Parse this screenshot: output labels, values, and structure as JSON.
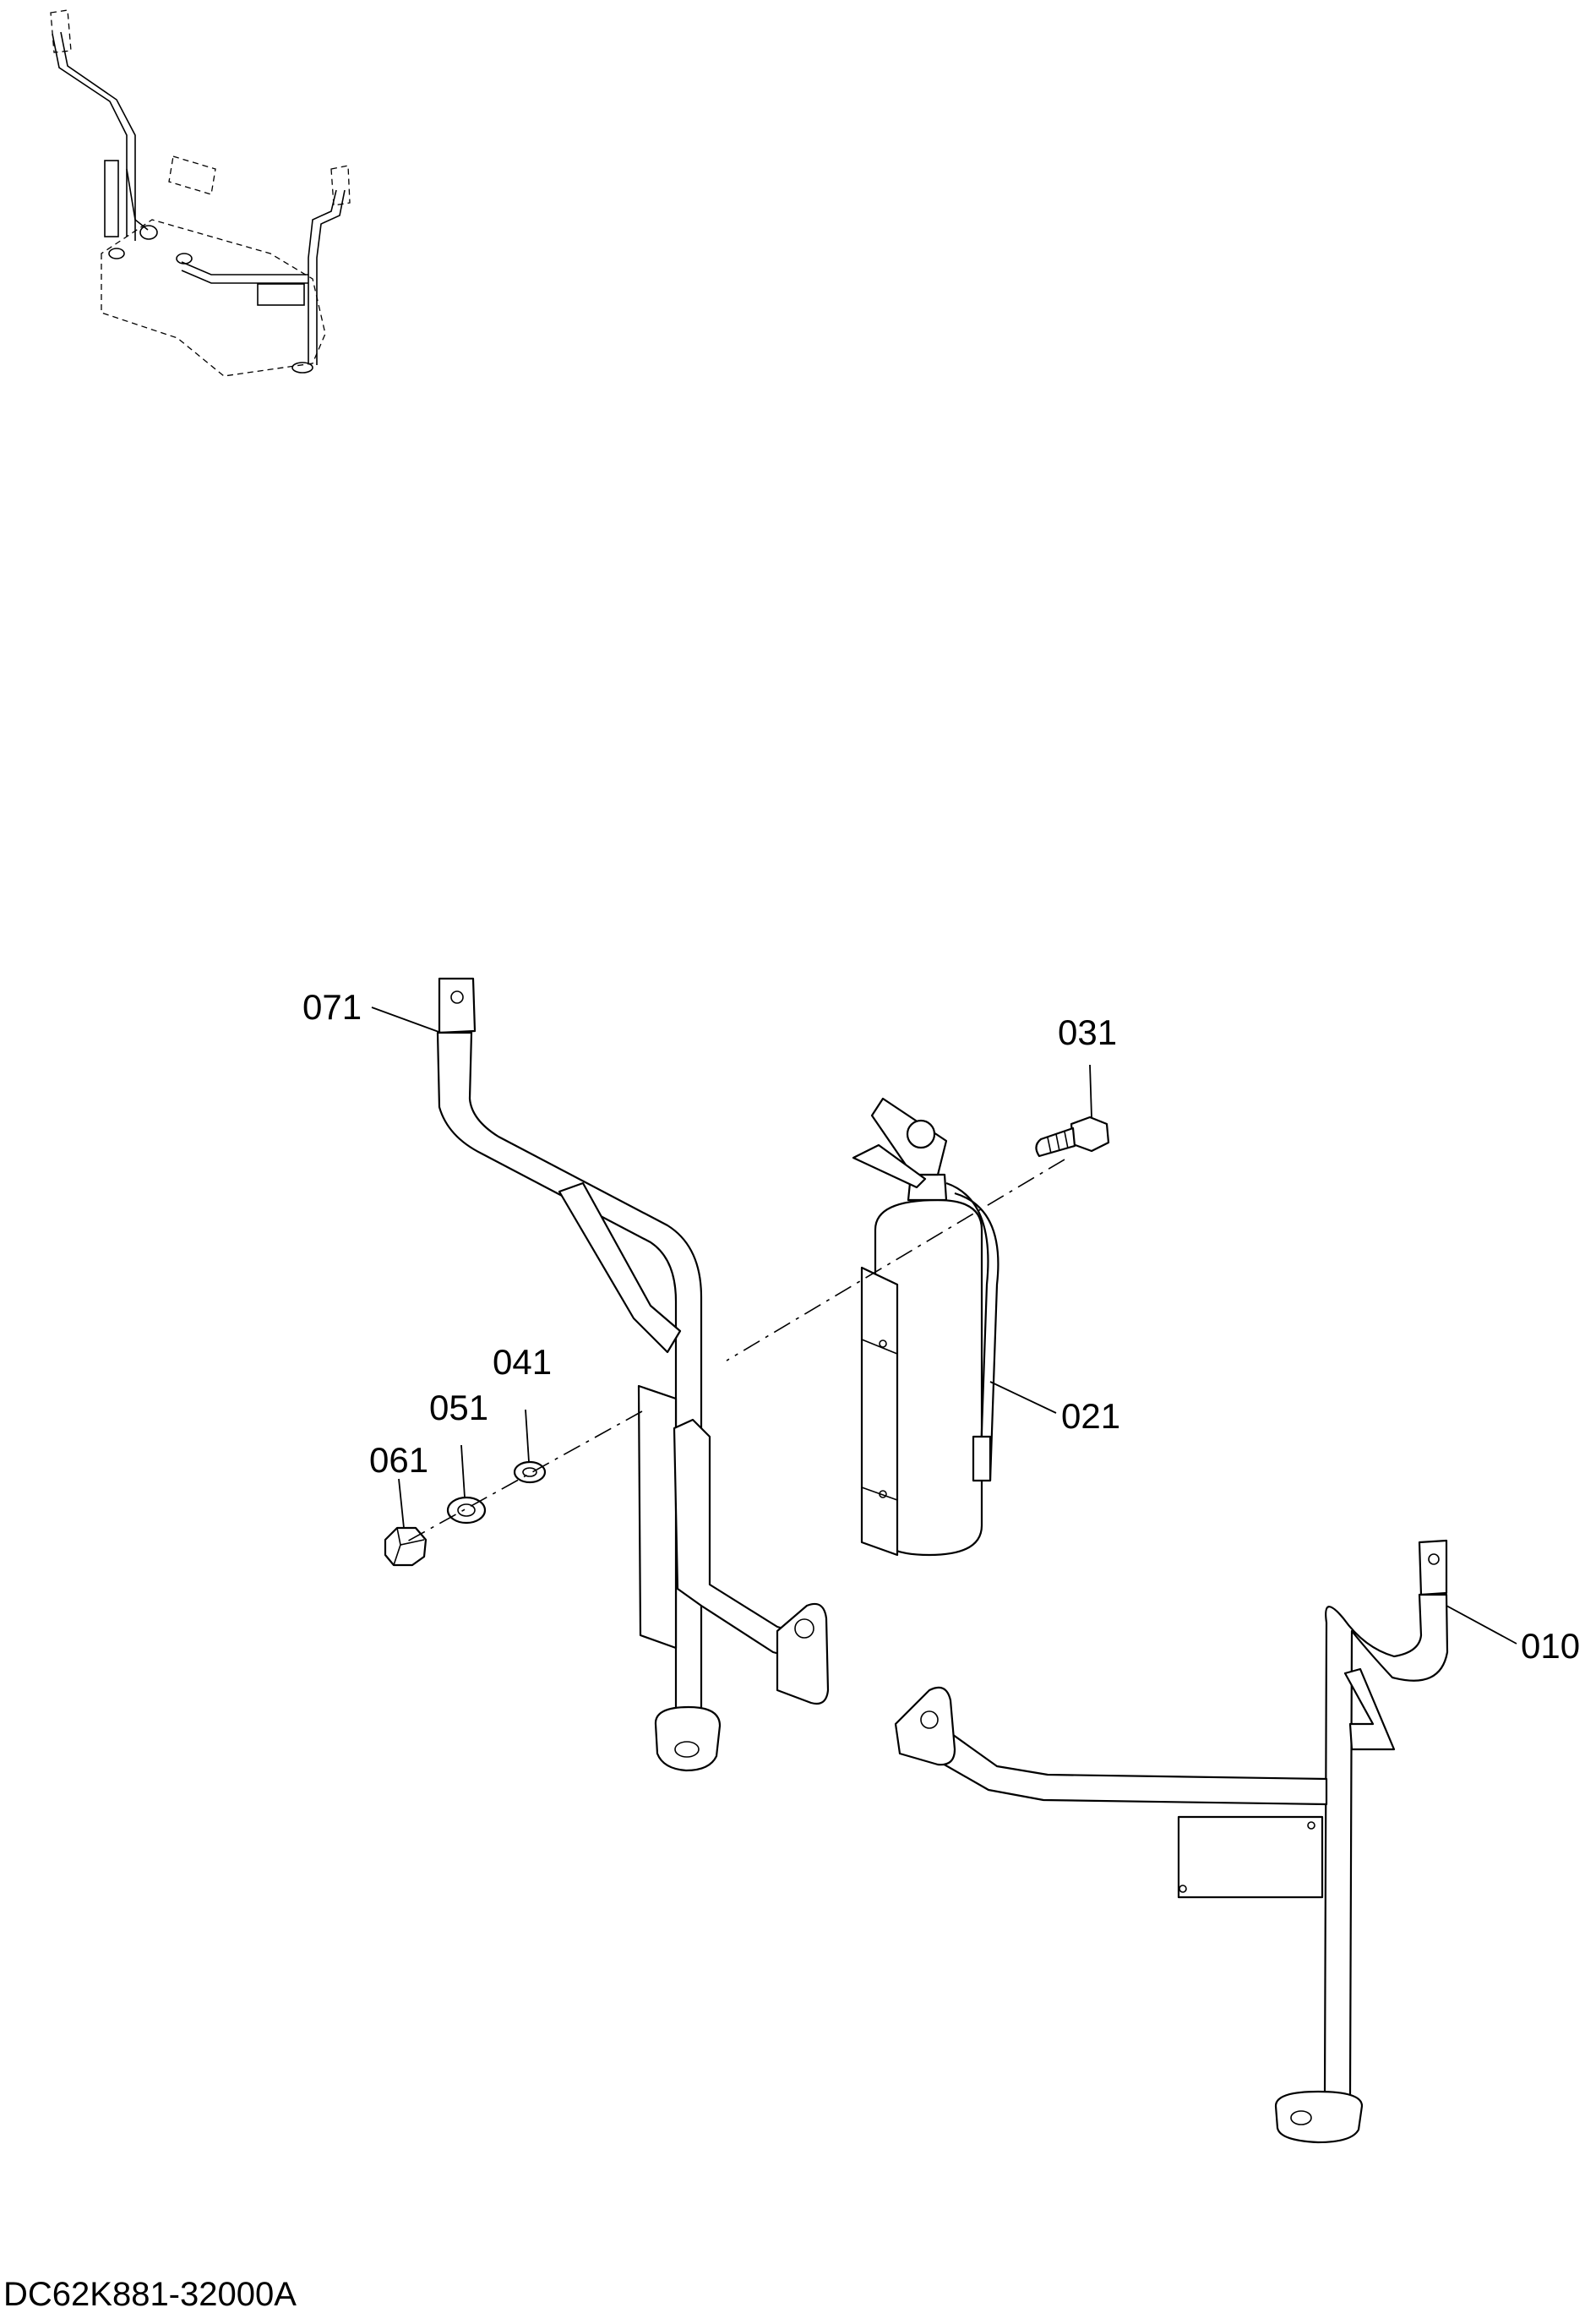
{
  "callouts": [
    {
      "id": "071",
      "text": "071"
    },
    {
      "id": "031",
      "text": "031"
    },
    {
      "id": "041",
      "text": "041"
    },
    {
      "id": "051",
      "text": "051"
    },
    {
      "id": "061",
      "text": "061"
    },
    {
      "id": "021",
      "text": "021"
    },
    {
      "id": "010",
      "text": "010"
    }
  ],
  "document_code": "DC62K881-32000A"
}
